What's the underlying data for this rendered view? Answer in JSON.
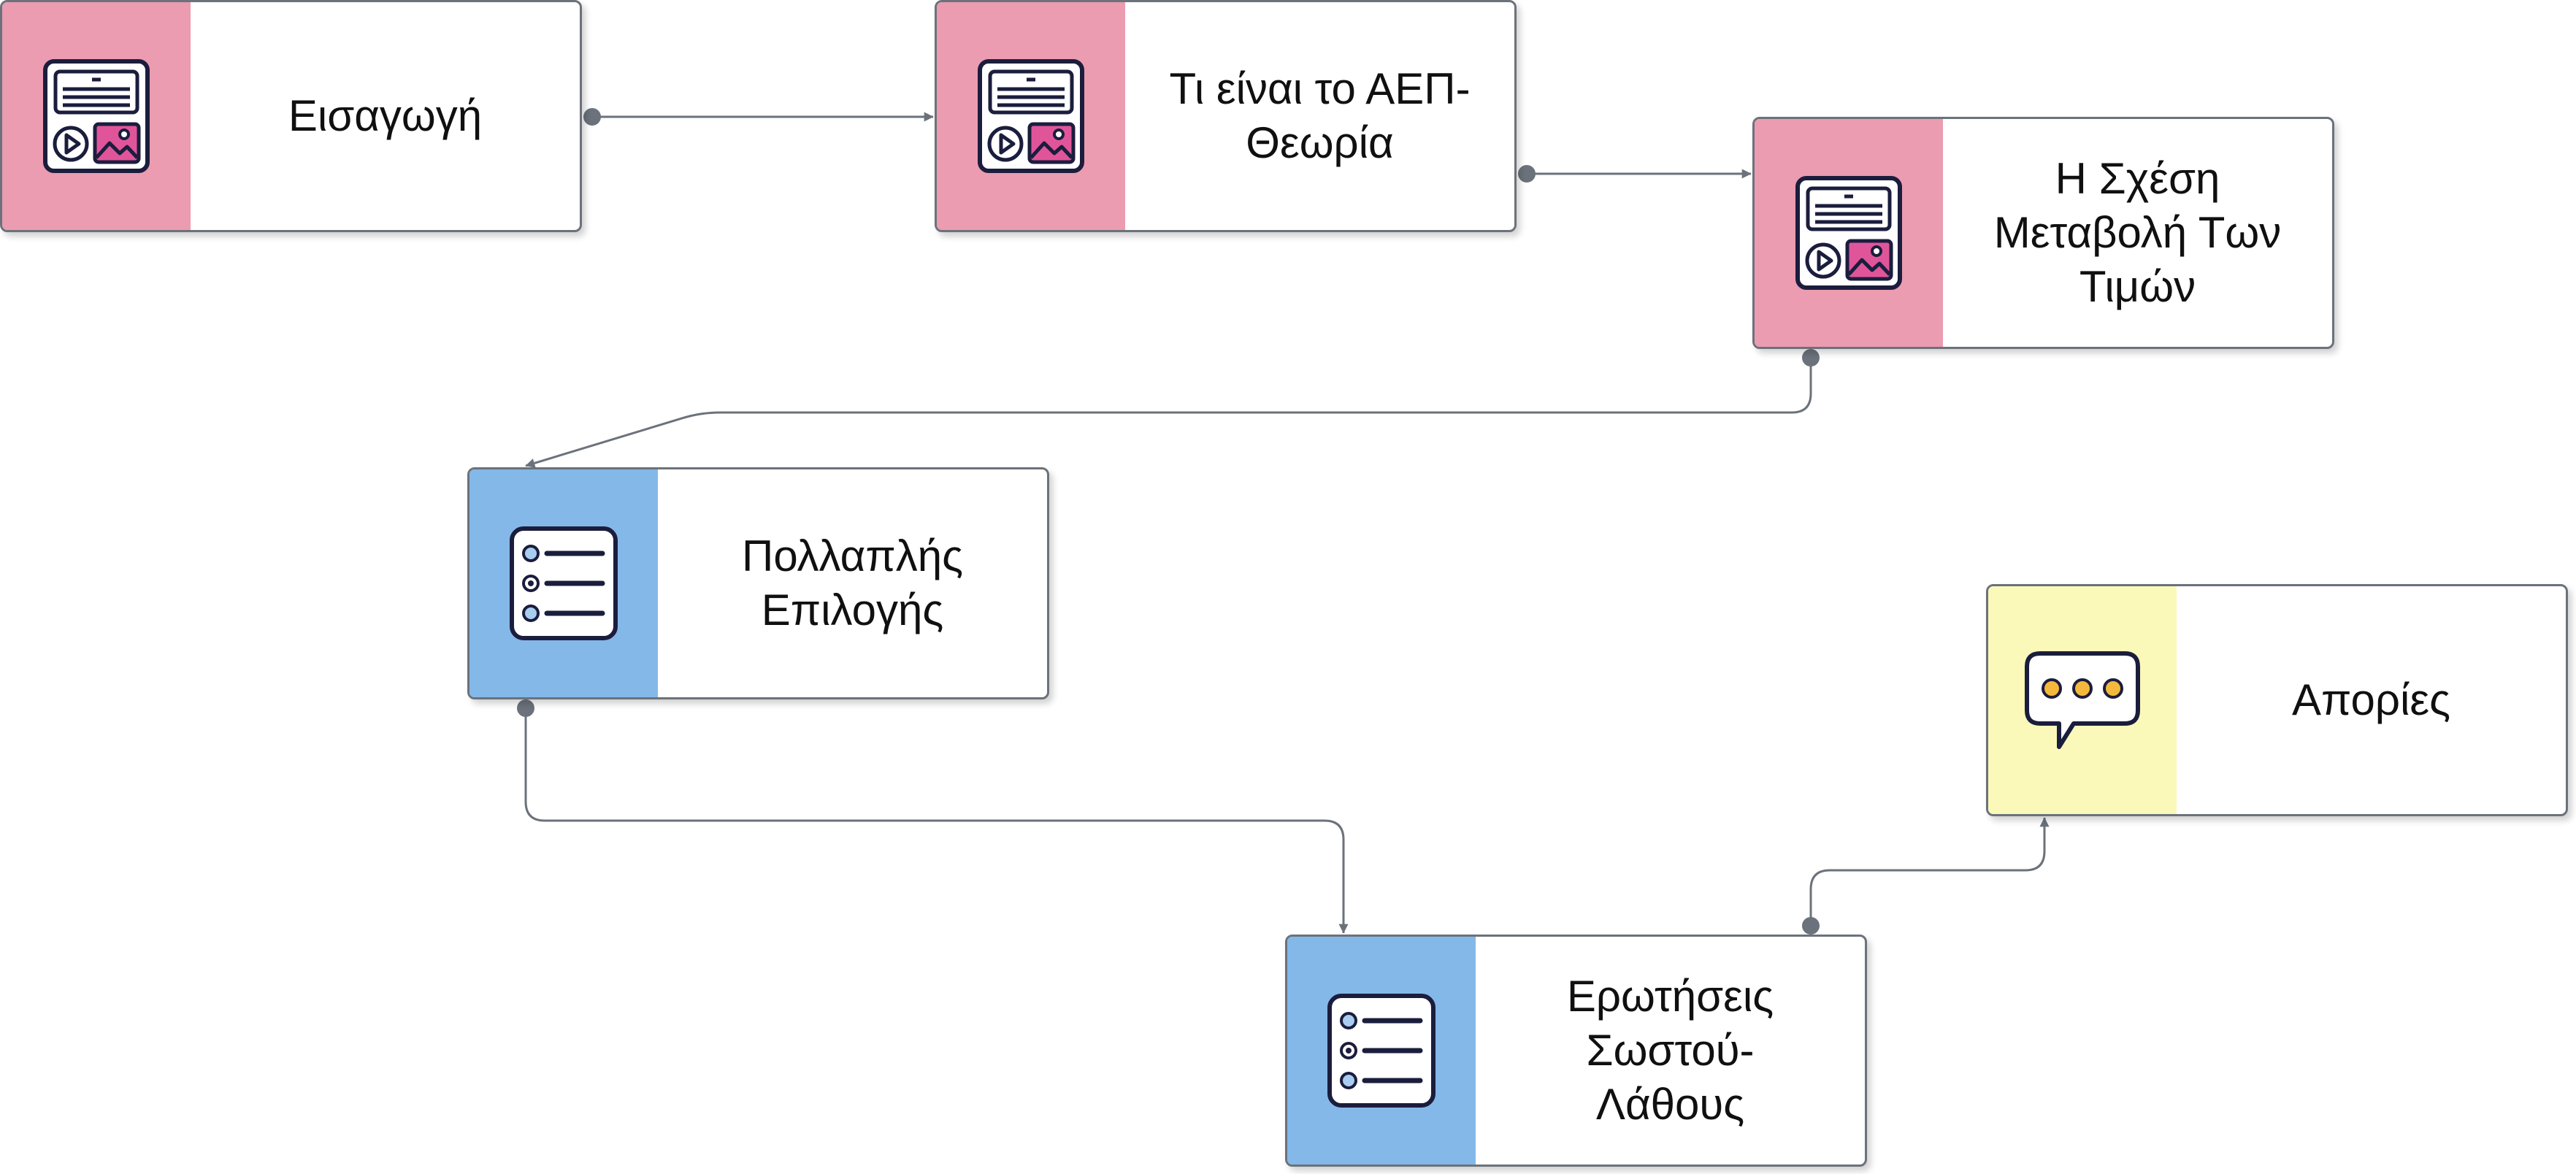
{
  "colors": {
    "content": "#eb9cb0",
    "quiz": "#84b8e8",
    "forum": "#fbf9b9",
    "border": "#6b727b",
    "connector": "#6b727b",
    "icon_stroke": "#1b1d3d",
    "icon_accent": "#e0559a",
    "quiz_dot": "#a8cdf0",
    "forum_dot": "#f4b93c"
  },
  "nodes": [
    {
      "id": "intro",
      "kind": "content",
      "icon": "media-page-icon",
      "label": "Εισαγωγή"
    },
    {
      "id": "theory",
      "kind": "content",
      "icon": "media-page-icon",
      "label": "Τι είναι το ΑΕΠ-\nΘεωρία"
    },
    {
      "id": "relation",
      "kind": "content",
      "icon": "media-page-icon",
      "label": "Η Σχέση\nΜεταβολή Των\nΤιμών"
    },
    {
      "id": "multiple-choice",
      "kind": "quiz",
      "icon": "checklist-icon",
      "label": "Πολλαπλής\nΕπιλογής"
    },
    {
      "id": "true-false",
      "kind": "quiz",
      "icon": "checklist-icon",
      "label": "Ερωτήσεις\nΣωστού-\nΛάθους"
    },
    {
      "id": "questions",
      "kind": "forum",
      "icon": "chat-bubble-icon",
      "label": "Απορίες"
    }
  ],
  "edges": [
    {
      "from": "intro",
      "to": "theory"
    },
    {
      "from": "theory",
      "to": "relation"
    },
    {
      "from": "relation",
      "to": "multiple-choice"
    },
    {
      "from": "multiple-choice",
      "to": "true-false"
    },
    {
      "from": "true-false",
      "to": "questions"
    }
  ]
}
